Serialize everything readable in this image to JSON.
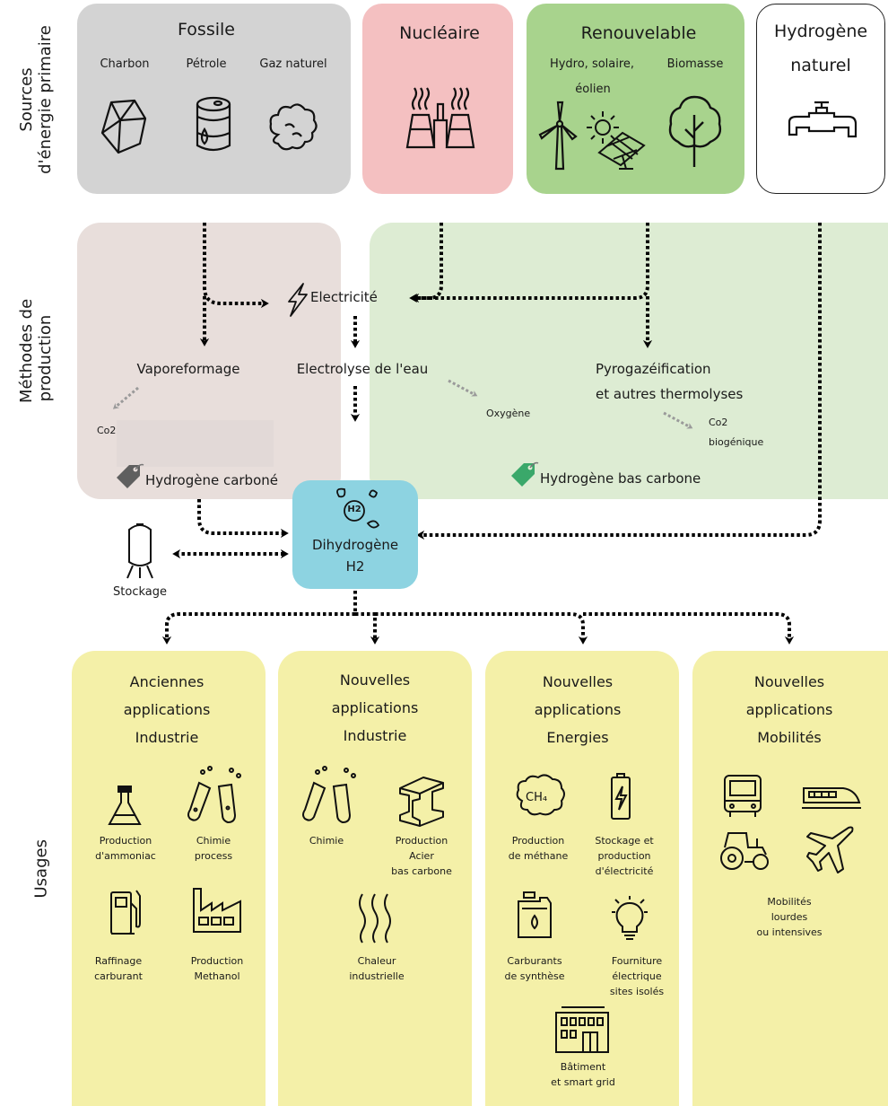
{
  "side_labels": {
    "sources": [
      "Sources",
      "d'énergie primaire"
    ],
    "methods": [
      "Méthodes de",
      "production"
    ],
    "usages": [
      "Usages"
    ]
  },
  "sources": {
    "fossil": {
      "title": "Fossile",
      "items": [
        "Charbon",
        "Pétrole",
        "Gaz naturel"
      ]
    },
    "nuclear": {
      "title": "Nucléaire"
    },
    "renewable": {
      "title": "Renouvelable",
      "items": [
        "Hydro, solaire,",
        "éolien",
        "Biomasse"
      ]
    },
    "natural": {
      "title": [
        "Hydrogène",
        "naturel"
      ]
    }
  },
  "production": {
    "electricity": "Electricité",
    "steam_reforming": "Vaporeformage",
    "electrolysis": "Electrolyse de l'eau",
    "pyrogasification": [
      "Pyrogazéification",
      "et autres thermolyses"
    ],
    "co2": "Co2",
    "oxygen": "Oxygène",
    "co2_biogenic": [
      "Co2",
      "biogénique"
    ],
    "tag_carbon": "Hydrogène carboné",
    "tag_low_carbon": "Hydrogène bas carbone"
  },
  "hub": {
    "formula": "H2",
    "label": [
      "Dihydrogène",
      "H2"
    ]
  },
  "storage": "Stockage",
  "usages": [
    {
      "title": [
        "Anciennes",
        "applications",
        "Industrie"
      ],
      "items": [
        [
          "Production",
          "d'ammoniac"
        ],
        [
          "Chimie",
          "process"
        ],
        [
          "Raffinage",
          "carburant"
        ],
        [
          "Production",
          "Methanol"
        ]
      ]
    },
    {
      "title": [
        "Nouvelles",
        "applications",
        "Industrie"
      ],
      "items": [
        [
          "Chimie"
        ],
        [
          "Production",
          "Acier",
          "bas carbone"
        ],
        [
          "Chaleur",
          "industrielle"
        ]
      ]
    },
    {
      "title": [
        "Nouvelles",
        "applications",
        "Energies"
      ],
      "items": [
        [
          "Production",
          "de méthane"
        ],
        [
          "Stockage et",
          "production",
          "d'électricité"
        ],
        [
          "Carburants",
          "de synthèse"
        ],
        [
          "Fourniture",
          "électrique",
          "sites isolés"
        ],
        [
          "Bâtiment",
          "et smart grid"
        ]
      ]
    },
    {
      "title": [
        "Nouvelles",
        "applications",
        "Mobilités"
      ],
      "items": [
        [
          "Mobilités",
          "lourdes",
          "ou intensives"
        ]
      ]
    }
  ],
  "colors": {
    "fossil": "#d3d3d3",
    "nuclear": "#f4c0c1",
    "renewable": "#a8d38d",
    "natural": "#ffffff",
    "carbon_zone": "#e8dedb",
    "lowcarbon_zone": "#ddecd3",
    "hub": "#8dd3e1",
    "usage": "#f4f0a8",
    "arrow": "#000000",
    "gray_arrow": "#9a9a9a",
    "tag_gray": "#5f5f5f",
    "tag_green": "#3aa86a"
  },
  "icons": [
    "coal-icon",
    "oil-barrel-icon",
    "gas-cloud-icon",
    "nuclear-plant-icon",
    "wind-turbine-icon",
    "sun-icon",
    "solar-panel-icon",
    "tree-icon",
    "tap-icon",
    "lightning-icon",
    "price-tag-icon",
    "h2-leaf-icon",
    "storage-tank-icon",
    "flask-icon",
    "test-tubes-icon",
    "fuel-pump-icon",
    "factory-icon",
    "steel-beam-icon",
    "heat-waves-icon",
    "methane-cloud-icon",
    "battery-icon",
    "jerrycan-icon",
    "light-bulb-icon",
    "building-icon",
    "bus-icon",
    "train-icon",
    "tractor-icon",
    "airplane-icon"
  ]
}
